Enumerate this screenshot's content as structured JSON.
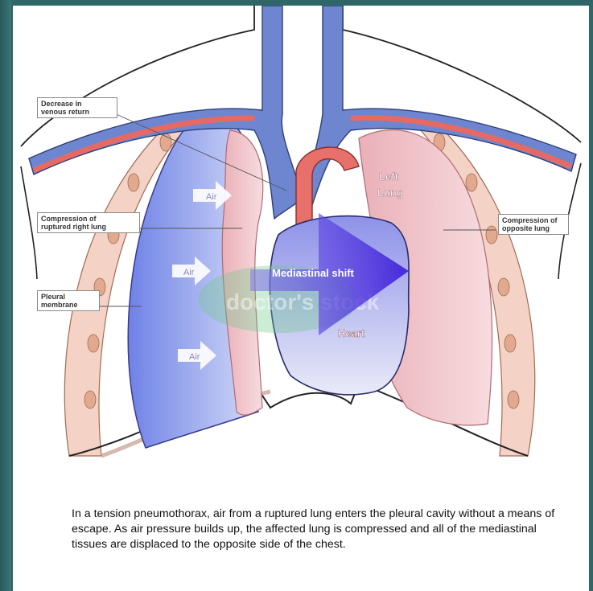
{
  "labels": {
    "decrease_venous_return": "Decrease in\nvenous return",
    "compression_right_lung": "Compression of\nruptured right lung",
    "pleural_membrane": "Pleural\nmembrane",
    "compression_opposite_lung": "Compression of\nopposite lung",
    "left_lung_line1": "Left",
    "left_lung_line2": "Lung",
    "heart": "Heart",
    "mediastinal_shift": "Mediastinal shift",
    "air_1": "Air",
    "air_2": "Air",
    "air_3": "Air",
    "watermark": "doctor's stock"
  },
  "caption": "In a tension pneumothorax, air from a ruptured lung enters the pleural cavity without a means of escape. As air pressure builds up, the affected lung is compressed and all of the mediastinal tissues are displaced to the opposite side of the chest.",
  "colors": {
    "background": "#2f6668",
    "air_cavity": "#8a9bf0",
    "lung_pink": "#f2c8cc",
    "vein_blue": "#6d86cf",
    "artery_red": "#e66a63",
    "shift_arrow": "#4a2fe0"
  }
}
